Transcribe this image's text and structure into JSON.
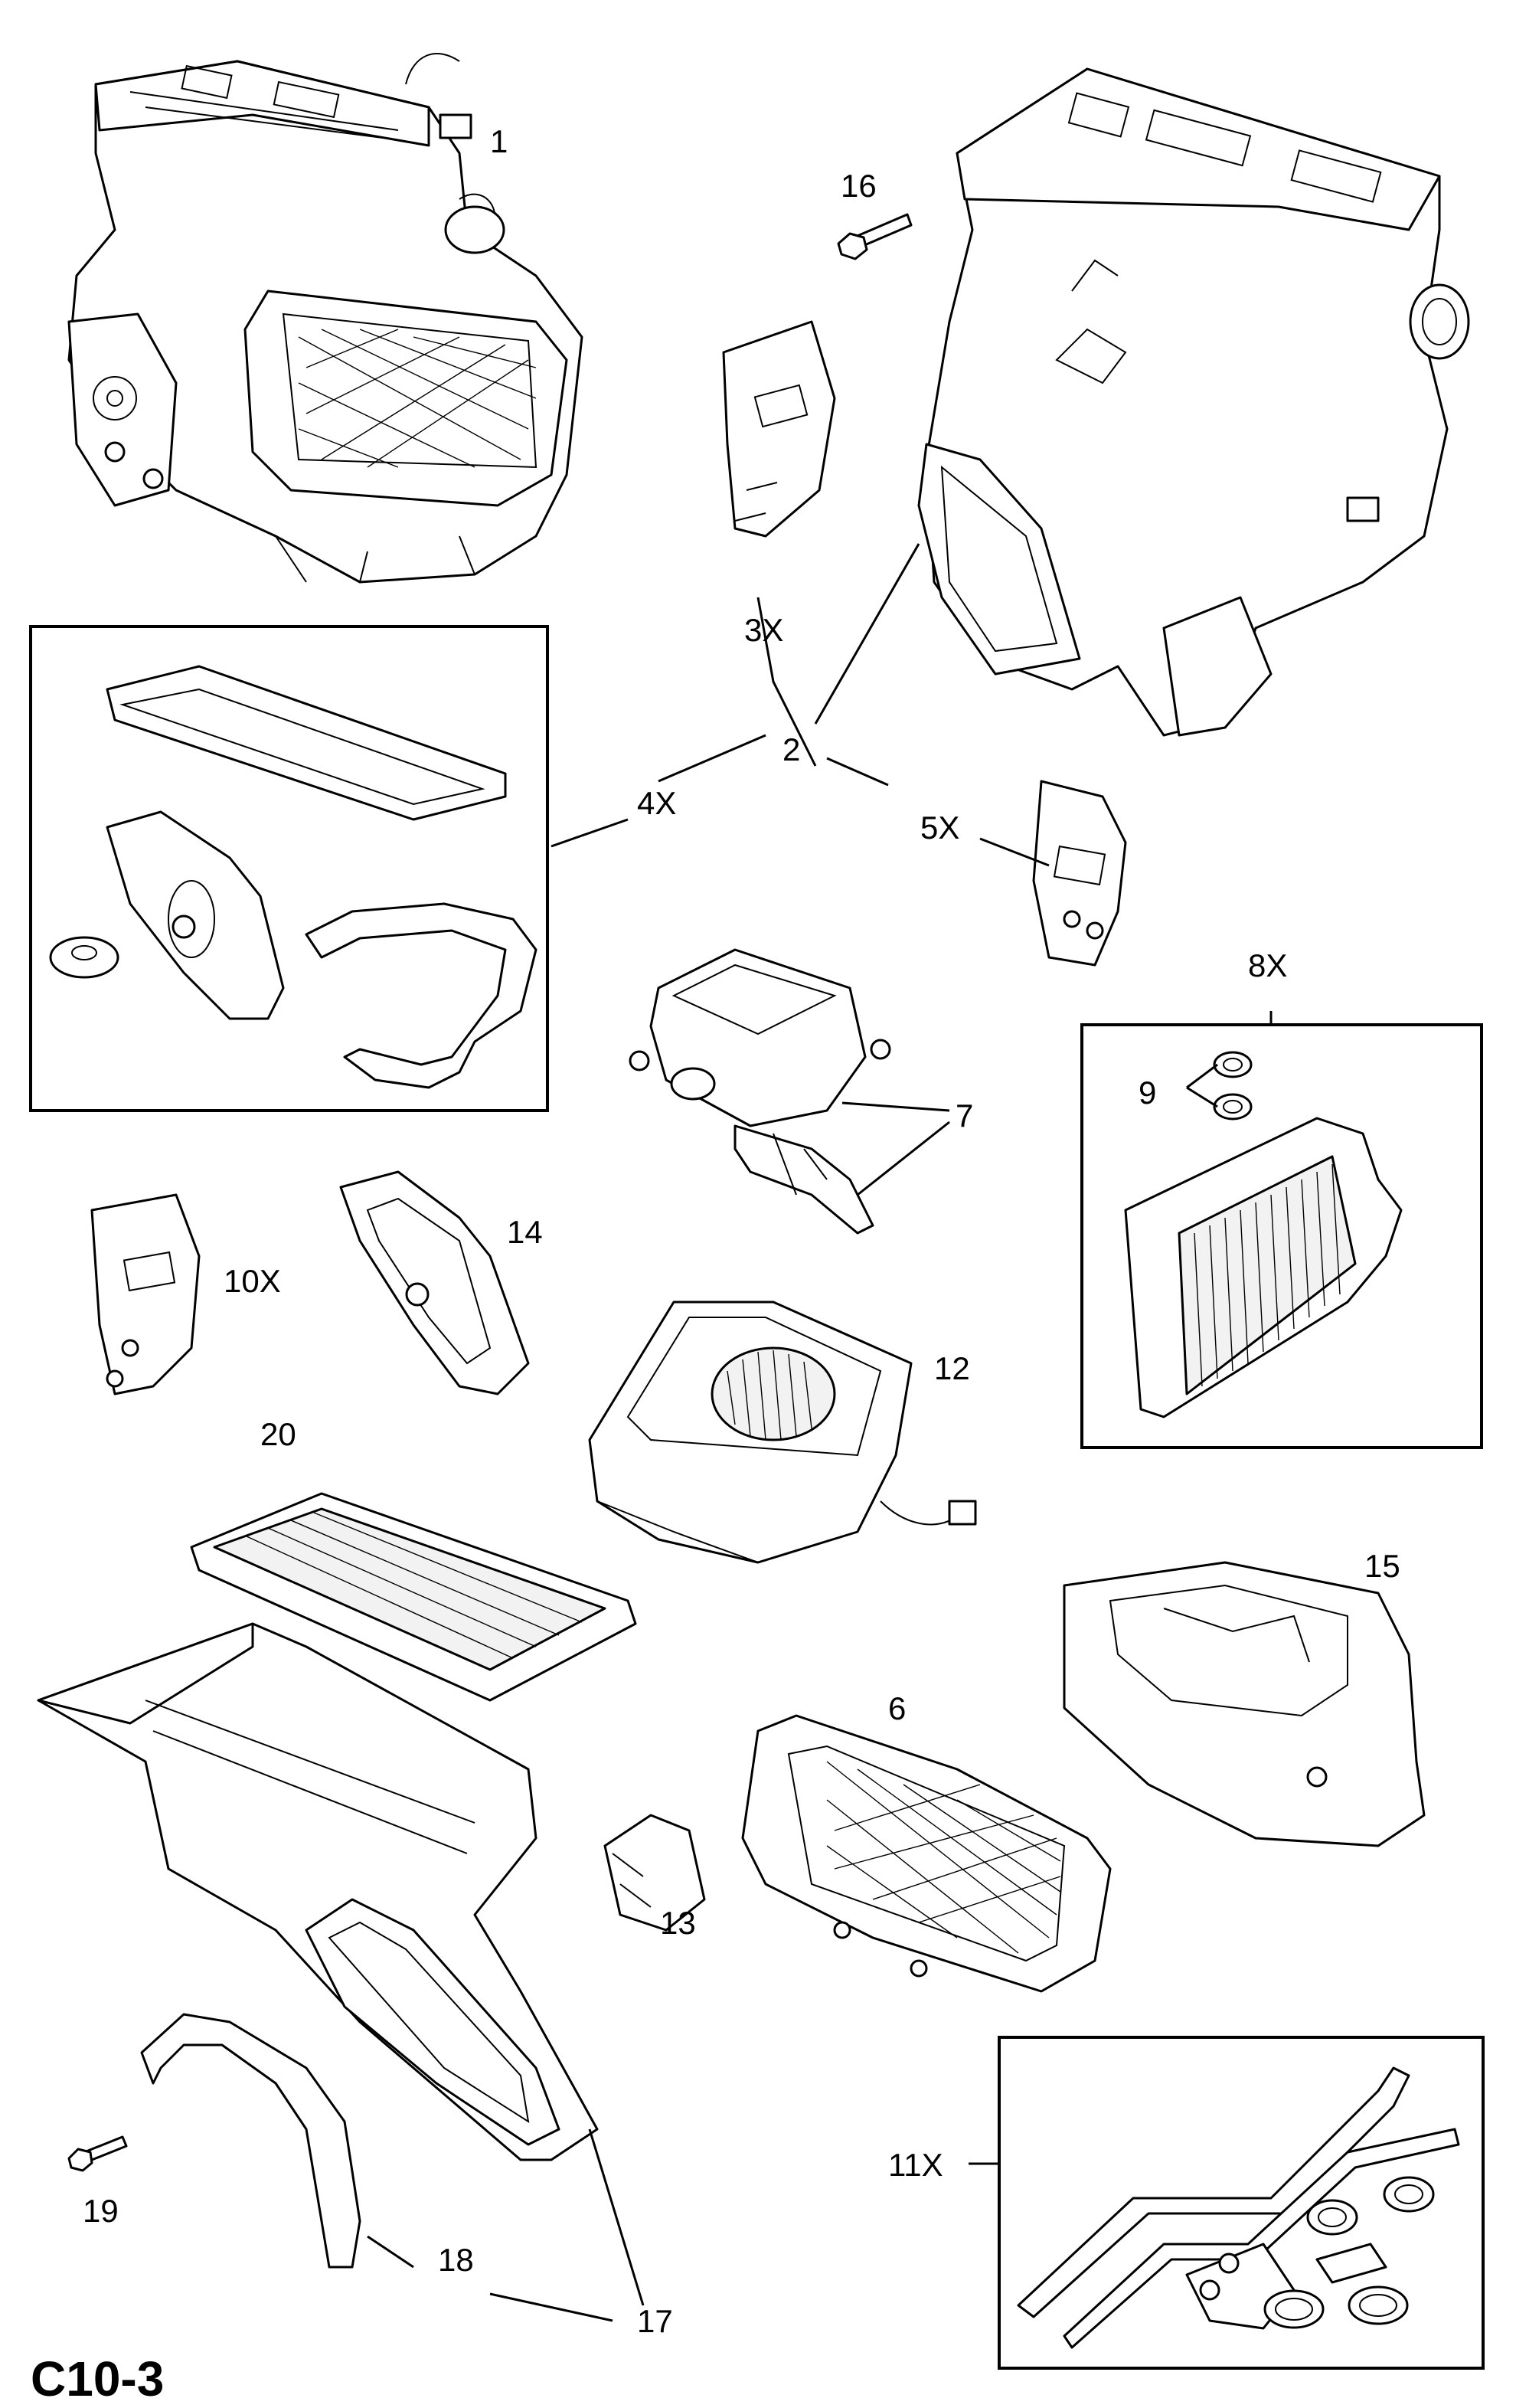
{
  "page_code": "C10-3",
  "callouts": {
    "c1": "1",
    "c2": "2",
    "c3x": "3X",
    "c4x": "4X",
    "c5x": "5X",
    "c6": "6",
    "c7": "7",
    "c8x": "8X",
    "c9": "9",
    "c10x": "10X",
    "c11x": "11X",
    "c12": "12",
    "c13": "13",
    "c14": "14",
    "c15": "15",
    "c16": "16",
    "c17": "17",
    "c18": "18",
    "c19": "19",
    "c20": "20"
  }
}
